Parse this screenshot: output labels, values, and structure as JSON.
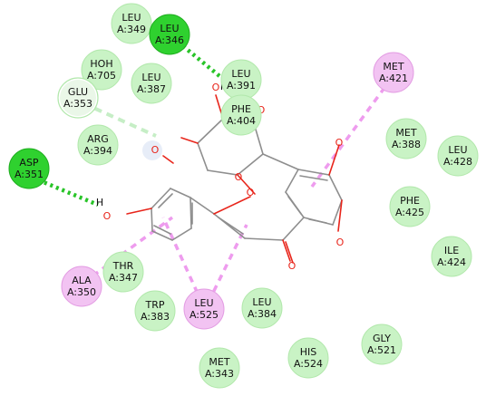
{
  "colors": {
    "vdw": "#c9f3c5",
    "vdw_edge": "#b2e8ac",
    "hbond": "#2fd12f",
    "hbond_edge": "#1fae1f",
    "carbon_h": "#dde8f7",
    "pi_alkyl": "#f2c3f2",
    "pi_alkyl_edge": "#e39de3",
    "hbond_line": "#28c428",
    "carbon_h_line": "#c6eec6",
    "pi_alkyl_line": "#ee9cee",
    "bond": "#8e8e8e",
    "oxygen": "#e8251b"
  },
  "residues": [
    {
      "id": "leu349",
      "line1": "LEU",
      "line2": "A:349",
      "type": "vdw"
    },
    {
      "id": "leu346",
      "line1": "LEU",
      "line2": "A:346",
      "type": "hbond"
    },
    {
      "id": "hoh705",
      "line1": "HOH",
      "line2": "A:705",
      "type": "vdw"
    },
    {
      "id": "leu387",
      "line1": "LEU",
      "line2": "A:387",
      "type": "vdw"
    },
    {
      "id": "leu391",
      "line1": "LEU",
      "line2": "A:391",
      "type": "vdw"
    },
    {
      "id": "met421",
      "line1": "MET",
      "line2": "A:421",
      "type": "pi_alkyl"
    },
    {
      "id": "glu353",
      "line1": "GLU",
      "line2": "A:353",
      "type": "carbon_h"
    },
    {
      "id": "phe404",
      "line1": "PHE",
      "line2": "A:404",
      "type": "vdw"
    },
    {
      "id": "arg394",
      "line1": "ARG",
      "line2": "A:394",
      "type": "vdw"
    },
    {
      "id": "met388",
      "line1": "MET",
      "line2": "A:388",
      "type": "vdw"
    },
    {
      "id": "leu428",
      "line1": "LEU",
      "line2": "A:428",
      "type": "vdw"
    },
    {
      "id": "asp351",
      "line1": "ASP",
      "line2": "A:351",
      "type": "hbond"
    },
    {
      "id": "phe425",
      "line1": "PHE",
      "line2": "A:425",
      "type": "vdw"
    },
    {
      "id": "ile424",
      "line1": "ILE",
      "line2": "A:424",
      "type": "vdw"
    },
    {
      "id": "ala350",
      "line1": "ALA",
      "line2": "A:350",
      "type": "pi_alkyl"
    },
    {
      "id": "thr347",
      "line1": "THR",
      "line2": "A:347",
      "type": "vdw"
    },
    {
      "id": "trp383",
      "line1": "TRP",
      "line2": "A:383",
      "type": "vdw"
    },
    {
      "id": "leu525",
      "line1": "LEU",
      "line2": "A:525",
      "type": "pi_alkyl"
    },
    {
      "id": "leu384",
      "line1": "LEU",
      "line2": "A:384",
      "type": "vdw"
    },
    {
      "id": "gly521",
      "line1": "GLY",
      "line2": "A:521",
      "type": "vdw"
    },
    {
      "id": "his524",
      "line1": "HIS",
      "line2": "A:524",
      "type": "vdw"
    },
    {
      "id": "met343",
      "line1": "MET",
      "line2": "A:343",
      "type": "vdw"
    }
  ],
  "interactions": [
    {
      "from": "leu346",
      "type": "hbond"
    },
    {
      "from": "asp351",
      "type": "hbond"
    },
    {
      "from": "glu353",
      "type": "carbon_h"
    },
    {
      "from": "met421",
      "type": "pi_alkyl"
    },
    {
      "from": "ala350",
      "type": "pi_alkyl"
    },
    {
      "from": "leu525",
      "type": "pi_alkyl"
    }
  ],
  "atoms": {
    "oxygen": "O",
    "hydrogen": "H"
  }
}
